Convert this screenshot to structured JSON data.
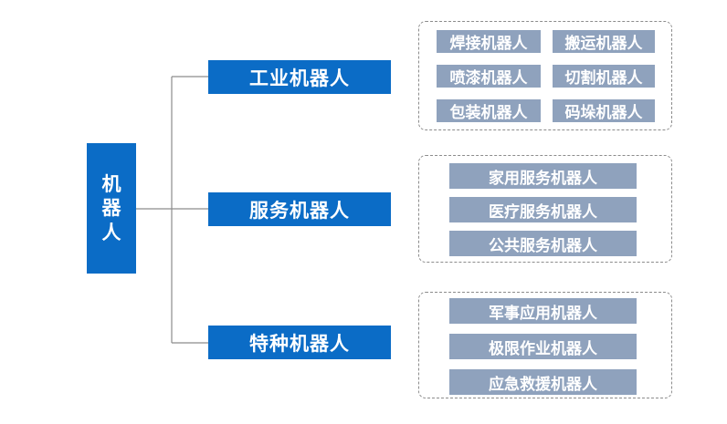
{
  "root": {
    "chars": [
      "机",
      "器",
      "人"
    ]
  },
  "categories": [
    {
      "label": "工业机器人",
      "items": [
        "焊接机器人",
        "搬运机器人",
        "喷漆机器人",
        "切割机器人",
        "包装机器人",
        "码垛机器人"
      ]
    },
    {
      "label": "服务机器人",
      "items": [
        "家用服务机器人",
        "医疗服务机器人",
        "公共服务机器人"
      ]
    },
    {
      "label": "特种机器人",
      "items": [
        "军事应用机器人",
        "极限作业机器人",
        "应急救援机器人"
      ]
    }
  ],
  "colors": {
    "primary": "#0b6cc6",
    "leaf": "#8fa2bd",
    "border": "#8c8c8c",
    "line": "#8c8c8c"
  }
}
